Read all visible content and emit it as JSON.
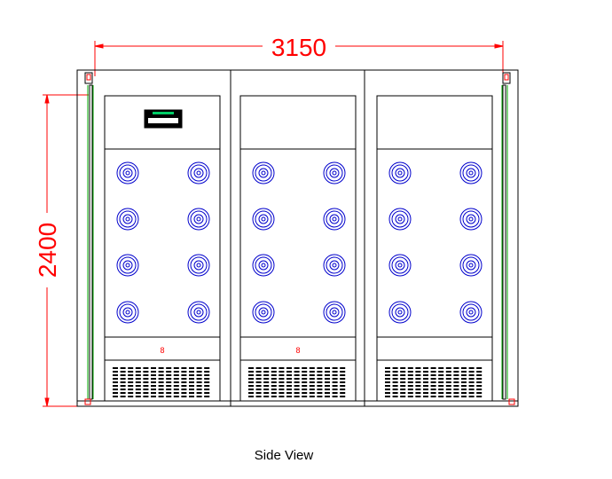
{
  "dimensions": {
    "width_label": "3150",
    "height_label": "2400"
  },
  "caption": "Side View",
  "colors": {
    "outline": "#000000",
    "dimension": "#ff0000",
    "nozzle": "#0000cc",
    "frame_strip": "#00aa00",
    "display_accent": "#00cc66"
  },
  "bays": [
    {
      "has_control_display": true,
      "nozzle_count": 8,
      "door_marker": "8"
    },
    {
      "has_control_display": false,
      "nozzle_count": 8,
      "door_marker": "8"
    },
    {
      "has_control_display": false,
      "nozzle_count": 8,
      "door_marker": ""
    }
  ]
}
